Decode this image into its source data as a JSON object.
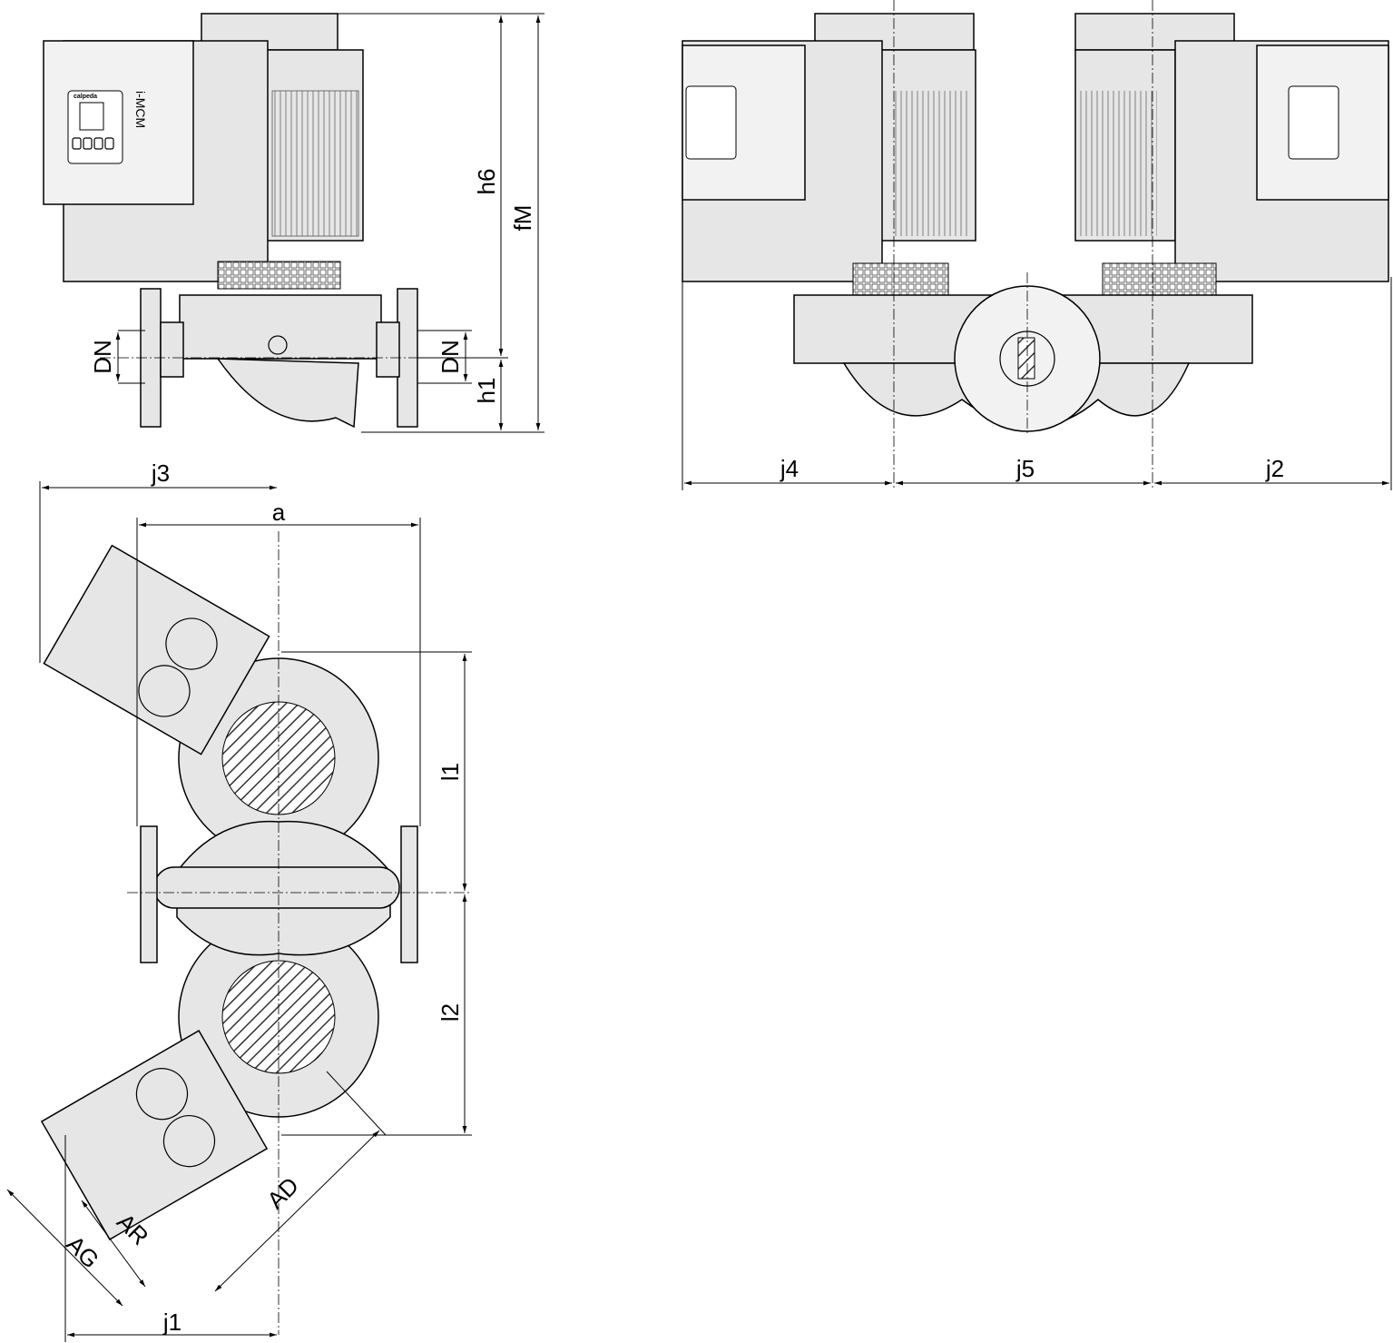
{
  "drawing": {
    "front_view": {
      "logo_text": "calpeda",
      "model_text": "i-MCM",
      "dimensions": {
        "h6": "h6",
        "fM": "fM",
        "dn_left": "DN",
        "dn_right": "DN",
        "h1": "h1"
      }
    },
    "twin_side_view": {
      "dimensions": {
        "j4": "j4",
        "j5": "j5",
        "j2": "j2"
      }
    },
    "top_view": {
      "dimensions": {
        "j3": "j3",
        "a": "a",
        "l1": "l1",
        "l2": "l2",
        "AD": "AD",
        "AR": "AR",
        "AG": "AG",
        "j1": "j1"
      }
    }
  }
}
